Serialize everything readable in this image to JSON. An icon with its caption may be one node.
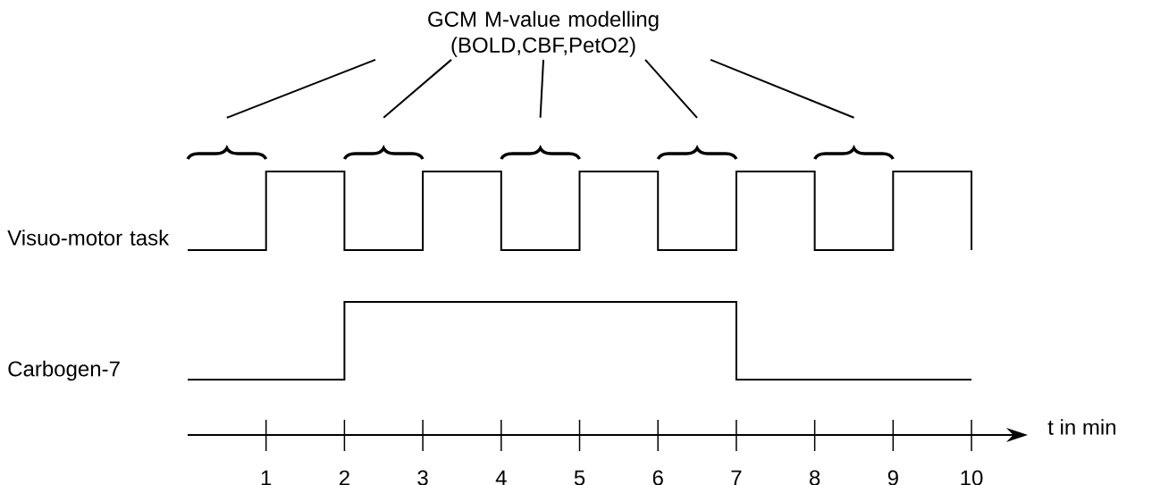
{
  "diagram": {
    "nodes": [
      {
        "text": [
          "GCM M-value modelling (BOLD,CBF,PetO2)"
        ]
      },
      {
        "text": [],
        "shape": "brace"
      },
      {
        "text": [],
        "shape": "brace"
      },
      {
        "text": [],
        "shape": "brace"
      },
      {
        "text": [],
        "shape": "brace"
      },
      {
        "text": [],
        "shape": "brace"
      }
    ],
    "edges": [
      {
        "from": 0,
        "to": 1,
        "arrow": "none"
      },
      {
        "from": 0,
        "to": 2,
        "arrow": "none"
      },
      {
        "from": 0,
        "to": 3,
        "arrow": "none"
      },
      {
        "from": 0,
        "to": 4,
        "arrow": "none"
      },
      {
        "from": 0,
        "to": 5,
        "arrow": "none"
      }
    ],
    "labels": [
      "Visuo-motor task",
      "Carbogen-7",
      "t in min",
      "1",
      "2",
      "3",
      "4",
      "5",
      "6",
      "7",
      "8",
      "9",
      "10"
    ]
  }
}
